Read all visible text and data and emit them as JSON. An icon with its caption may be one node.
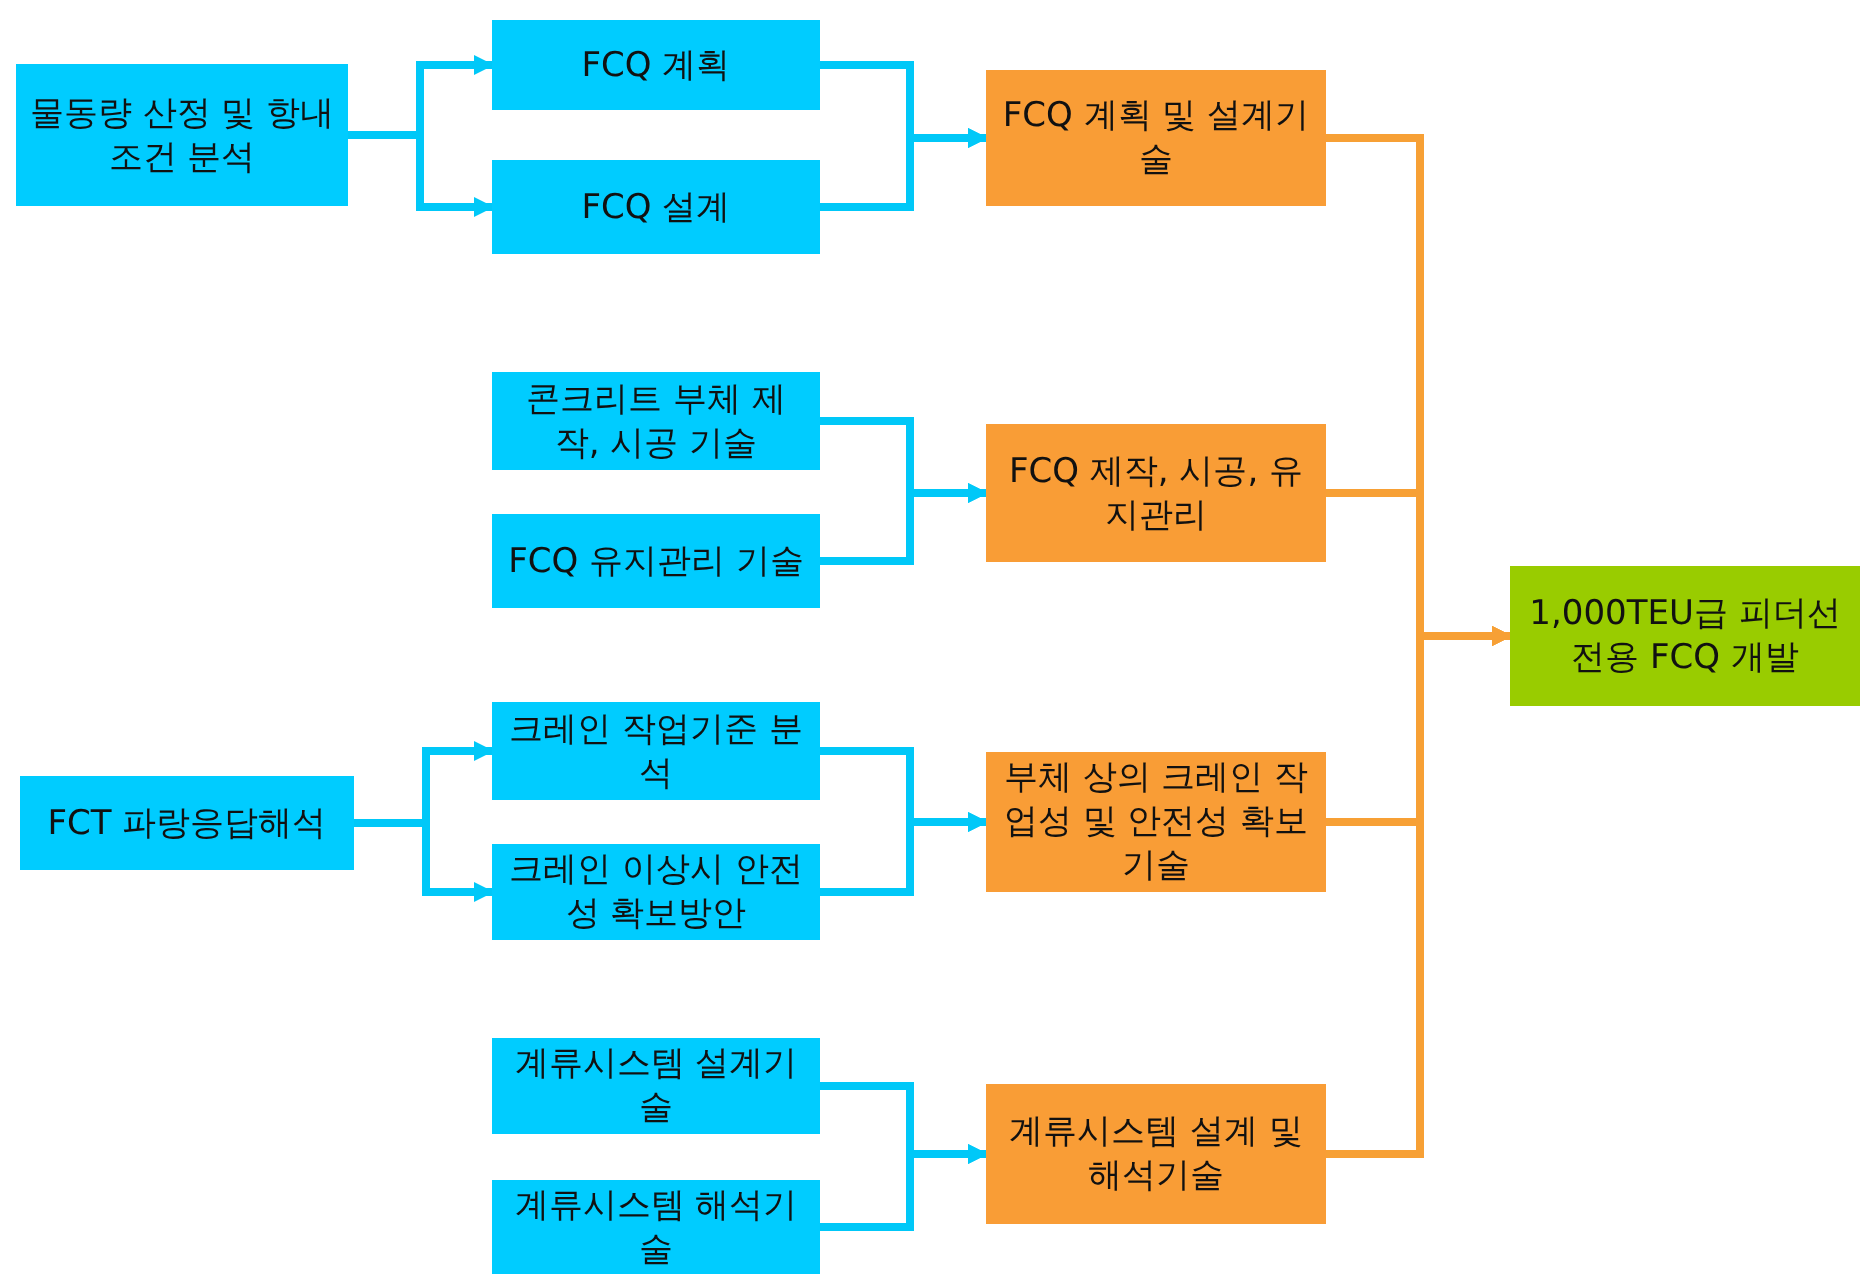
{
  "diagram": {
    "nodes": [
      {
        "text": [
          "물동량 산정 및 항내 조건 분석"
        ]
      },
      {
        "text": [
          "FCQ 계획"
        ]
      },
      {
        "text": [
          "FCQ 설계"
        ]
      },
      {
        "text": [
          "FCQ 계획 및 설계기술"
        ]
      },
      {
        "text": [
          "콘크리트 부체 제작, 시공 기술"
        ]
      },
      {
        "text": [
          "FCQ 유지관리 기술"
        ]
      },
      {
        "text": [
          "FCQ 제작, 시공, 유지관리"
        ]
      },
      {
        "text": [
          "1,000TEU급 피더선 전용 FCQ 개발"
        ]
      },
      {
        "text": [
          "FCT 파랑응답해석"
        ]
      },
      {
        "text": [
          "크레인 작업기준 분석"
        ]
      },
      {
        "text": [
          "크레인 이상시 안전성 확보방안"
        ]
      },
      {
        "text": [
          "부체 상의 크레인 작업성 및 안전성 확보기술"
        ]
      },
      {
        "text": [
          "계류시스템 설계기술"
        ]
      },
      {
        "text": [
          "계류시스템 해석기술"
        ]
      },
      {
        "text": [
          "계류시스템 설계 및 해석기술"
        ]
      }
    ],
    "edges": [
      {
        "from": 0,
        "to": 1,
        "arrow": "to"
      },
      {
        "from": 0,
        "to": 2,
        "arrow": "to"
      },
      {
        "from": 1,
        "to": 3,
        "arrow": "to"
      },
      {
        "from": 2,
        "to": 3,
        "arrow": "to"
      },
      {
        "from": 4,
        "to": 6,
        "arrow": "to"
      },
      {
        "from": 5,
        "to": 6,
        "arrow": "to"
      },
      {
        "from": 8,
        "to": 9,
        "arrow": "to"
      },
      {
        "from": 8,
        "to": 10,
        "arrow": "to"
      },
      {
        "from": 9,
        "to": 11,
        "arrow": "to"
      },
      {
        "from": 10,
        "to": 11,
        "arrow": "to"
      },
      {
        "from": 12,
        "to": 14,
        "arrow": "to"
      },
      {
        "from": 13,
        "to": 14,
        "arrow": "to"
      },
      {
        "from": 3,
        "to": 7,
        "arrow": "to",
        "color": "#f7a035"
      },
      {
        "from": 6,
        "to": 7,
        "arrow": "to",
        "color": "#f7a035"
      },
      {
        "from": 11,
        "to": 7,
        "arrow": "to",
        "color": "#f7a035"
      },
      {
        "from": 14,
        "to": 7,
        "arrow": "to",
        "color": "#f7a035"
      }
    ]
  }
}
